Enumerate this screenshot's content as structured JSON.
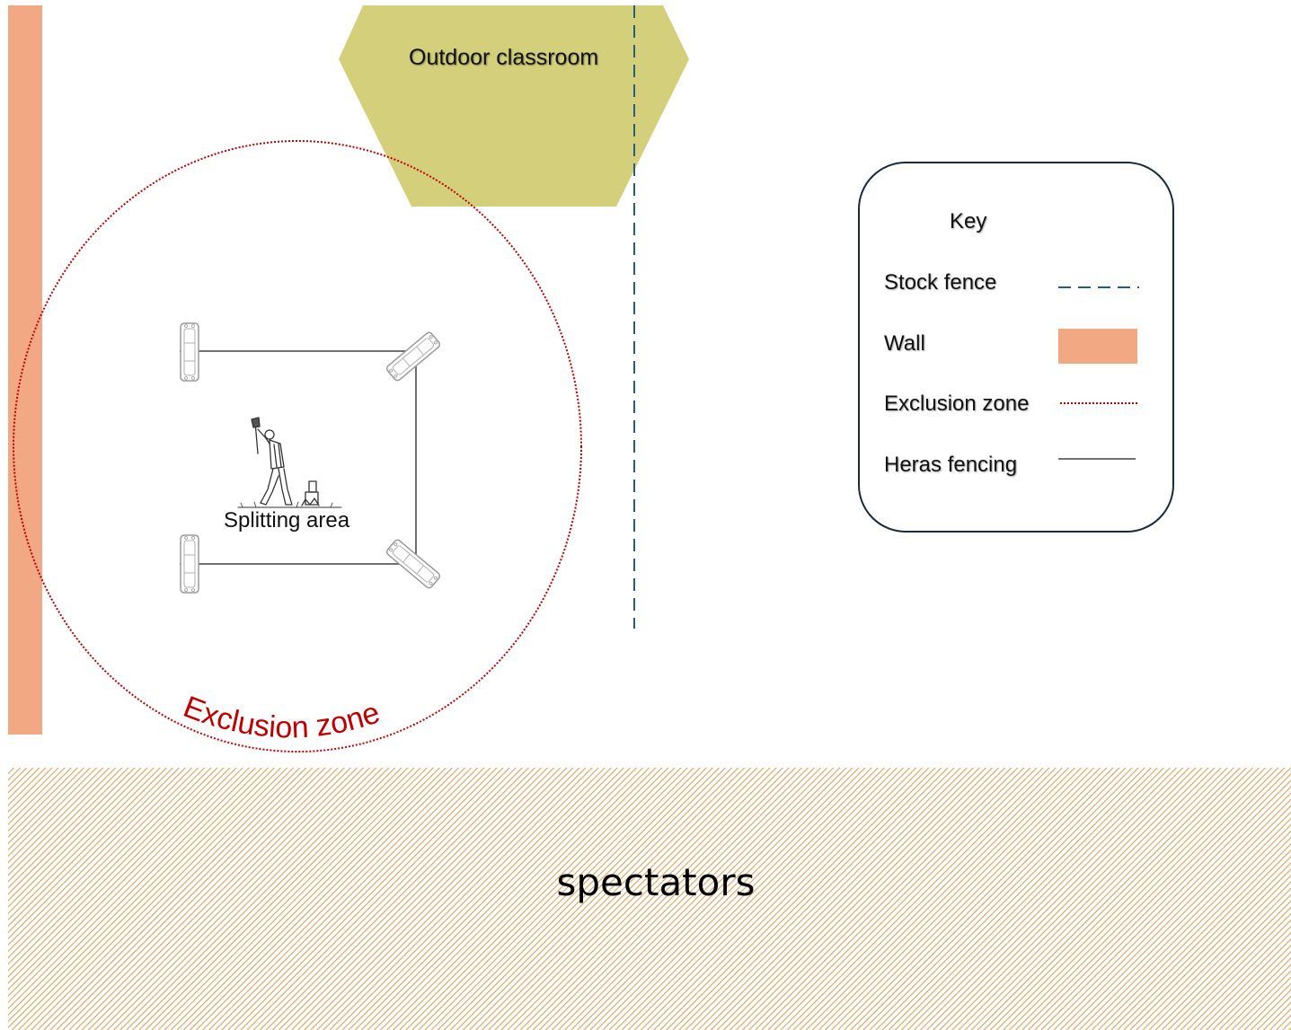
{
  "areas": {
    "classroom_label": "Outdoor classroom",
    "splitting_label": "Splitting area",
    "exclusion_label": "Exclusion zone",
    "spectators_label": "spectators"
  },
  "key": {
    "title": "Key",
    "items": [
      {
        "label": "Stock fence",
        "symbol": "dashed-line",
        "color": "#1f5f7f"
      },
      {
        "label": "Wall",
        "symbol": "filled-rect",
        "color": "#f2a883"
      },
      {
        "label": "Exclusion zone",
        "symbol": "dotted-line",
        "color": "#c00000"
      },
      {
        "label": "Heras fencing",
        "symbol": "solid-line",
        "color": "#707070"
      }
    ]
  },
  "colors": {
    "wall": "#f2a883",
    "classroom": "#d3cf7a",
    "stock_fence": "#1f5f7f",
    "exclusion_zone": "#c00000",
    "heras_fencing": "#707070",
    "spectator_hatch": "#d9a25a",
    "key_border": "#1b2a3a"
  },
  "icons": {
    "wood_splitter": "person-splitting-log-icon",
    "fence_foot": "fence-foot-block-icon"
  }
}
